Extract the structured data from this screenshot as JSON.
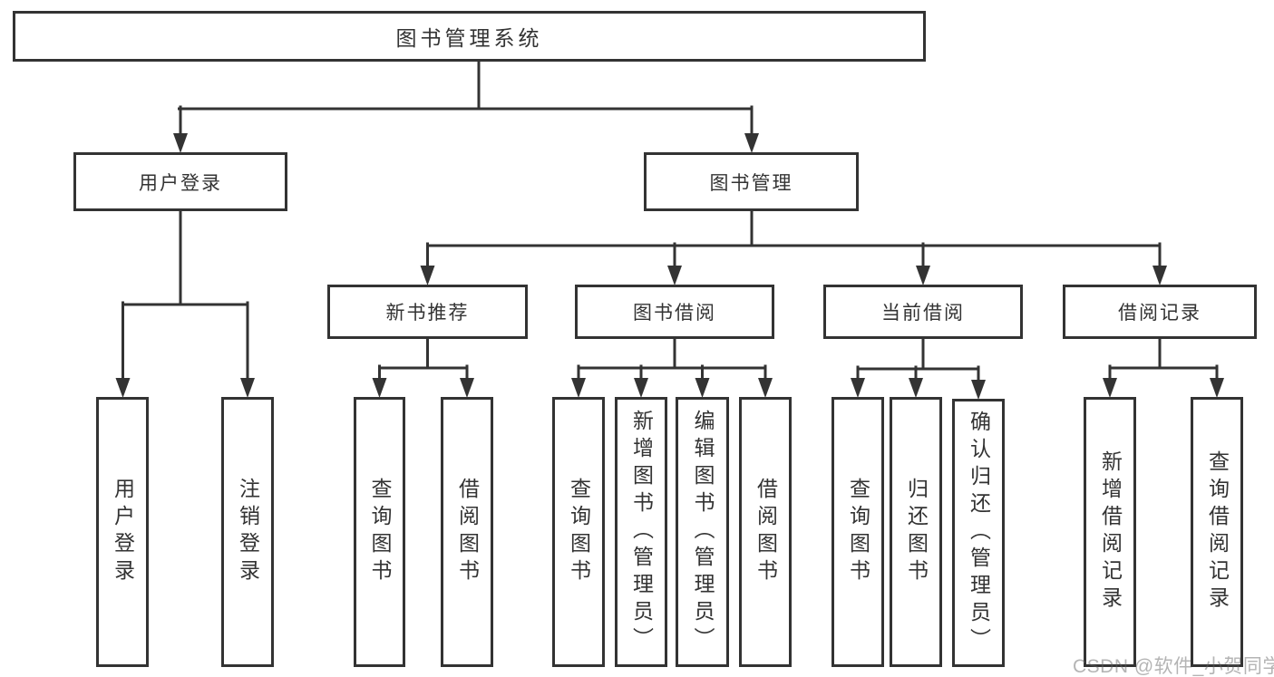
{
  "diagram": {
    "title": "图书管理系统",
    "level2": {
      "user_login": "用户登录",
      "book_mgmt": "图书管理"
    },
    "level3": {
      "new_book_rec": "新书推荐",
      "book_borrow": "图书借阅",
      "current_borrow": "当前借阅",
      "borrow_records": "借阅记录"
    },
    "leaves": {
      "user_login_1": "用户登录",
      "user_login_2": "注销登录",
      "new_book_rec_1": "查询图书",
      "new_book_rec_2": "借阅图书",
      "book_borrow_1": "查询图书",
      "book_borrow_2": "新增图书（管理员）",
      "book_borrow_3": "编辑图书（管理员）",
      "book_borrow_4": "借阅图书",
      "current_borrow_1": "查询图书",
      "current_borrow_2": "归还图书",
      "current_borrow_3": "确认归还（管理员）",
      "borrow_records_1": "新增借阅记录",
      "borrow_records_2": "查询借阅记录"
    }
  },
  "watermark": "CSDN @软件_小贺同学",
  "colors": {
    "line": "#333333",
    "text": "#333333",
    "background": "#ffffff",
    "watermark_gray": "#ababab"
  }
}
